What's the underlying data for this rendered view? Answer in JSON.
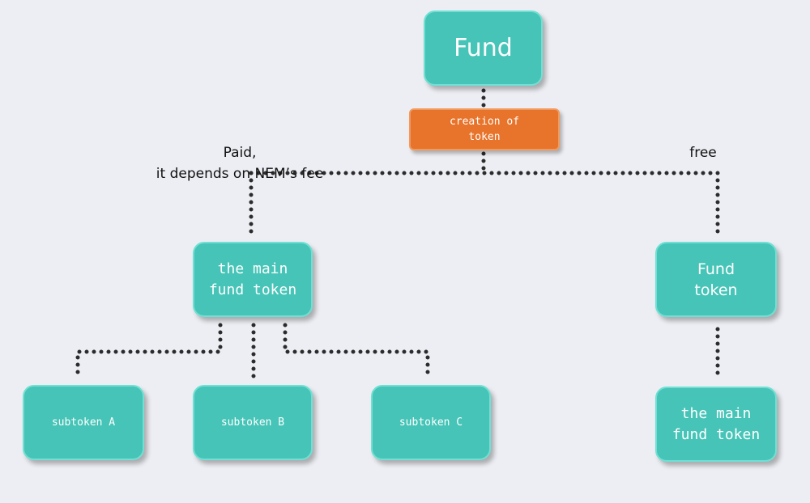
{
  "nodes": {
    "fund": "Fund",
    "creation": "creation of\ntoken",
    "main_token": "the main\nfund token",
    "fund_token": "Fund\ntoken",
    "subtoken_a": "subtoken A",
    "subtoken_b": "subtoken B",
    "subtoken_c": "subtoken C",
    "main_token_right": "the main\nfund token"
  },
  "labels": {
    "paid": "Paid,\nit depends on NEM’s fee",
    "free": "free"
  },
  "colors": {
    "node_fill": "#46c4b7",
    "node_border": "#6fe0d3",
    "action_fill": "#e8732a",
    "connector": "#2b2b2b",
    "background": "#edeef3"
  },
  "connector_style": "dotted"
}
